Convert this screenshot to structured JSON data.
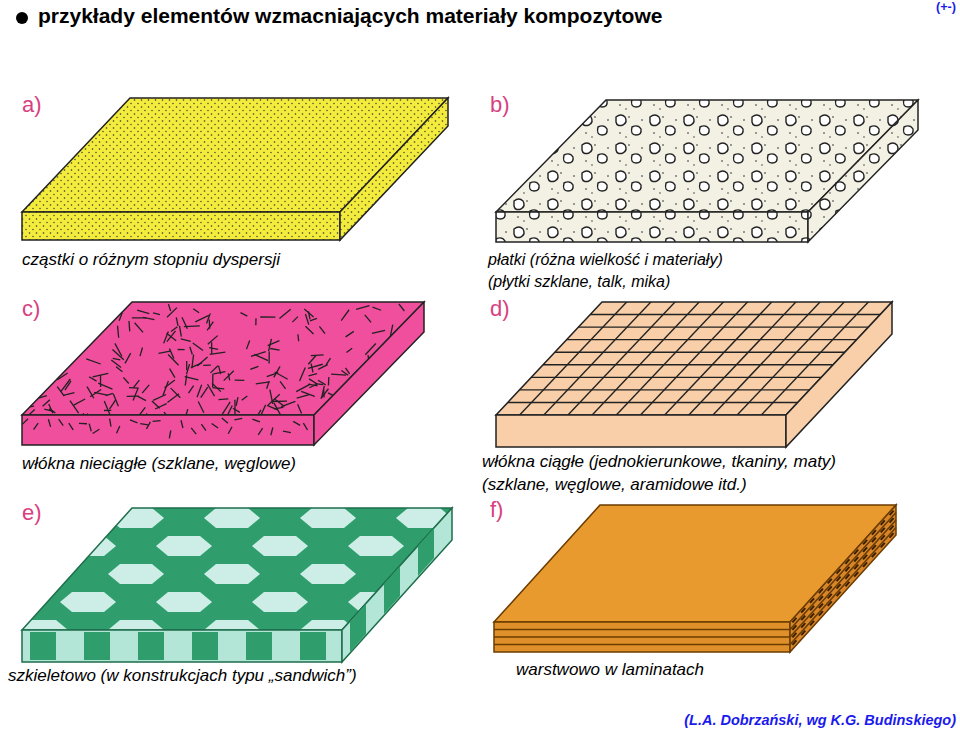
{
  "diagram": {
    "title": "przykłady elementów wzmacniających materiały kompozytowe",
    "labels": [
      "(+-)",
      "a)",
      "cząstki o różnym stopniu dyspersji",
      "b)",
      "płatki (różna wielkość i materiały)",
      "(płytki szklane, talk, mika)",
      "c)",
      "włókna nieciągłe (szklane, węglowe)",
      "d)",
      "włókna ciągłe (jednokierunkowe, tkaniny, maty)",
      "(szklane, węglowe, aramidowe itd.)",
      "e)",
      "szkieletowo (w konstrukcjach typu „sandwich”)",
      "f)",
      "warstwowo w laminatach",
      "(L.A. Dobrzański, wg K.G. Budinskiego)"
    ]
  }
}
